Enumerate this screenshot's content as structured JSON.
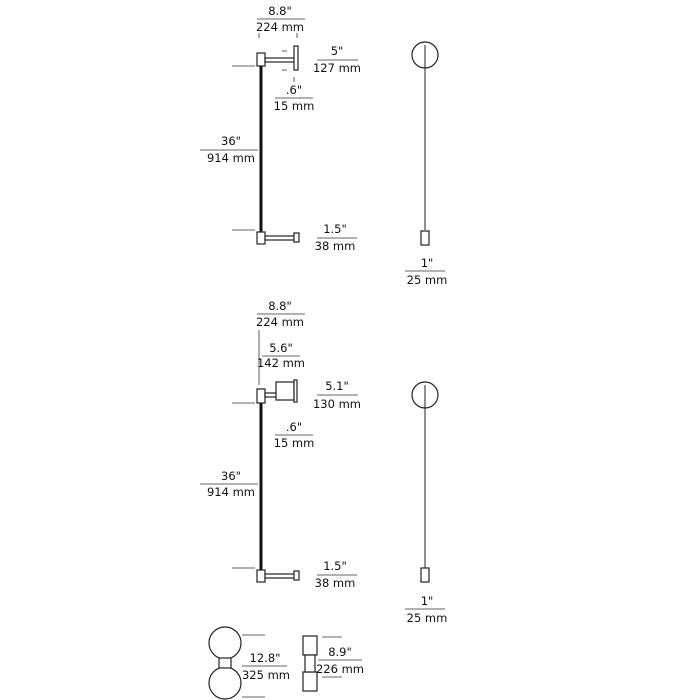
{
  "drawing_1": {
    "overall_width": {
      "imperial": "8.8\"",
      "metric": "224 mm"
    },
    "shade_height": {
      "imperial": "5\"",
      "metric": "127 mm"
    },
    "shade_depth": {
      "imperial": ".6\"",
      "metric": "15 mm"
    },
    "height": {
      "imperial": "36\"",
      "metric": "914 mm"
    },
    "bottom_arm": {
      "imperial": "1.5\"",
      "metric": "38 mm"
    },
    "side_connector": {
      "imperial": "1\"",
      "metric": "25 mm"
    }
  },
  "drawing_2": {
    "overall_width": {
      "imperial": "8.8\"",
      "metric": "224 mm"
    },
    "arm_length": {
      "imperial": "5.6\"",
      "metric": "142 mm"
    },
    "shade_height": {
      "imperial": "5.1\"",
      "metric": "130 mm"
    },
    "shade_depth": {
      "imperial": ".6\"",
      "metric": "15 mm"
    },
    "height": {
      "imperial": "36\"",
      "metric": "914 mm"
    },
    "bottom_arm": {
      "imperial": "1.5\"",
      "metric": "38 mm"
    },
    "side_connector": {
      "imperial": "1\"",
      "metric": "25 mm"
    }
  },
  "canopy_round": {
    "imperial": "12.8\"",
    "metric": "325 mm"
  },
  "canopy_square": {
    "imperial": "8.9\"",
    "metric": "226 mm"
  }
}
